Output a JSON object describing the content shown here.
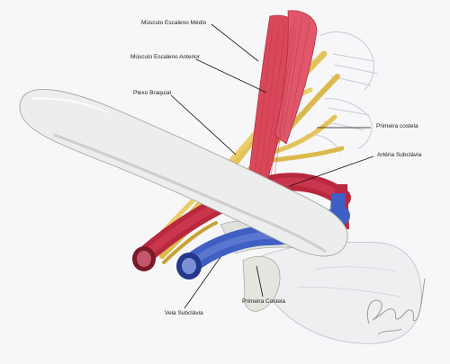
{
  "labels": {
    "escaleno_medio": "Músculo Escaleno Médio",
    "escaleno_anterior": "Músculo Escaleno Anterior",
    "plexo_braquial": "Plexo Braquial",
    "primeira_costela_top": "Primeira costela",
    "arteria_subclavia": "Artéria Subclávia",
    "veia_subclavia": "Veia Subclávia",
    "primeira_costela_bottom": "Primeira Costela"
  },
  "colors": {
    "background": "#f7f7f9",
    "muscle": "#d9485a",
    "muscle_dark": "#b82e40",
    "nerve": "#e4c35a",
    "nerve_dark": "#c9a233",
    "artery": "#b8283e",
    "vein": "#3f5fc4",
    "bone": "#e9eae6",
    "bone_shadow": "#b9bbb6",
    "leader": "#111111"
  },
  "signature": "Gusegal"
}
